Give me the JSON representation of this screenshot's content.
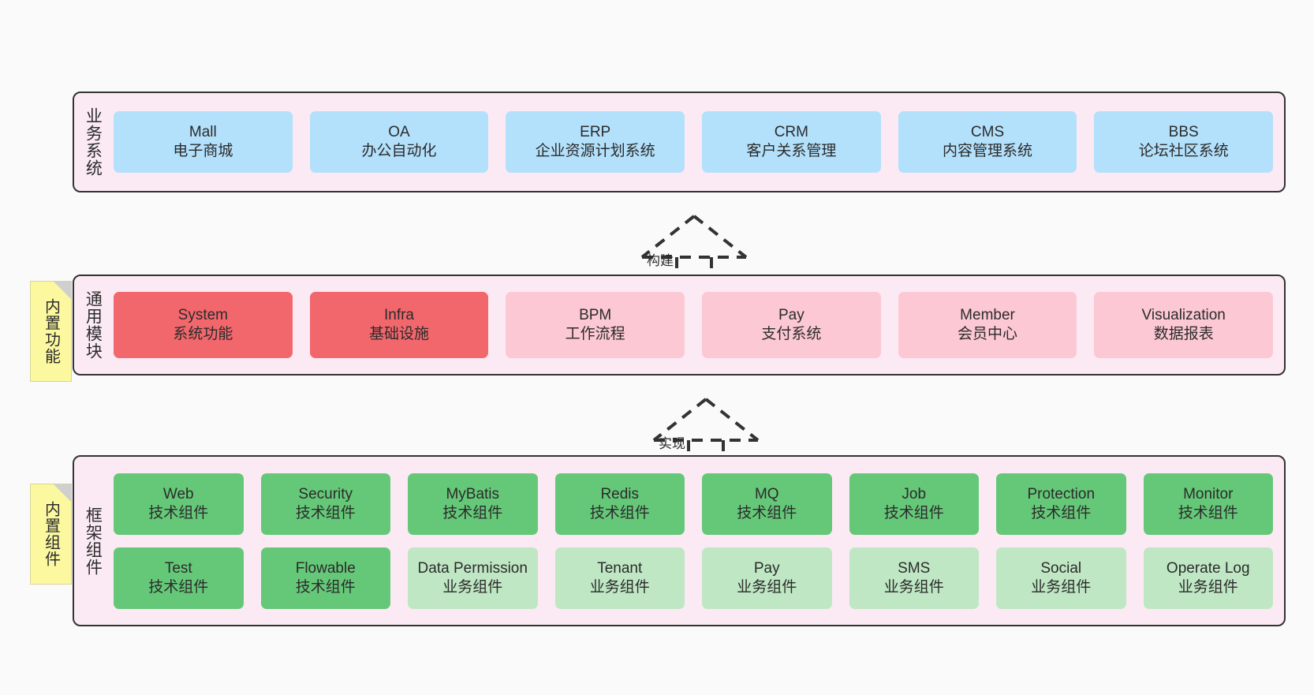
{
  "diagram": {
    "background": "#fafafa",
    "layer_fill": "#fbeaf4",
    "layer_border": "#333333",
    "sticky_fill": "#fbf8a0"
  },
  "layers": [
    {
      "id": "business-system",
      "title": "业务系统",
      "node_color": "#b3e0fb",
      "nodes": [
        {
          "title": "Mall",
          "sub": "电子商城"
        },
        {
          "title": "OA",
          "sub": "办公自动化"
        },
        {
          "title": "ERP",
          "sub": "企业资源计划系统"
        },
        {
          "title": "CRM",
          "sub": "客户关系管理"
        },
        {
          "title": "CMS",
          "sub": "内容管理系统"
        },
        {
          "title": "BBS",
          "sub": "论坛社区系统"
        }
      ]
    },
    {
      "id": "common-module",
      "title": "通用模块",
      "sticky": "内置功能",
      "nodes": [
        {
          "title": "System",
          "sub": "系统功能",
          "color": "#f2676c"
        },
        {
          "title": "Infra",
          "sub": "基础设施",
          "color": "#f2676c"
        },
        {
          "title": "BPM",
          "sub": "工作流程",
          "color": "#fcc8d3"
        },
        {
          "title": "Pay",
          "sub": "支付系统",
          "color": "#fcc8d3"
        },
        {
          "title": "Member",
          "sub": "会员中心",
          "color": "#fcc8d3"
        },
        {
          "title": "Visualization",
          "sub": "数据报表",
          "color": "#fcc8d3"
        }
      ]
    },
    {
      "id": "framework-component",
      "title": "框架组件",
      "sticky": "内置组件",
      "rows": [
        [
          {
            "title": "Web",
            "sub": "技术组件",
            "color": "#65c878"
          },
          {
            "title": "Security",
            "sub": "技术组件",
            "color": "#65c878"
          },
          {
            "title": "MyBatis",
            "sub": "技术组件",
            "color": "#65c878"
          },
          {
            "title": "Redis",
            "sub": "技术组件",
            "color": "#65c878"
          },
          {
            "title": "MQ",
            "sub": "技术组件",
            "color": "#65c878"
          },
          {
            "title": "Job",
            "sub": "技术组件",
            "color": "#65c878"
          },
          {
            "title": "Protection",
            "sub": "技术组件",
            "color": "#65c878"
          },
          {
            "title": "Monitor",
            "sub": "技术组件",
            "color": "#65c878"
          }
        ],
        [
          {
            "title": "Test",
            "sub": "技术组件",
            "color": "#65c878"
          },
          {
            "title": "Flowable",
            "sub": "技术组件",
            "color": "#65c878"
          },
          {
            "title": "Data Permission",
            "sub": "业务组件",
            "color": "#bfe7c4",
            "wrap": true
          },
          {
            "title": "Tenant",
            "sub": "业务组件",
            "color": "#bfe7c4"
          },
          {
            "title": "Pay",
            "sub": "业务组件",
            "color": "#bfe7c4"
          },
          {
            "title": "SMS",
            "sub": "业务组件",
            "color": "#bfe7c4"
          },
          {
            "title": "Social",
            "sub": "业务组件",
            "color": "#bfe7c4"
          },
          {
            "title": "Operate Log",
            "sub": "业务组件",
            "color": "#bfe7c4"
          }
        ]
      ]
    }
  ],
  "connectors": [
    {
      "id": "build",
      "label": "构建"
    },
    {
      "id": "implement",
      "label": "实现"
    }
  ]
}
